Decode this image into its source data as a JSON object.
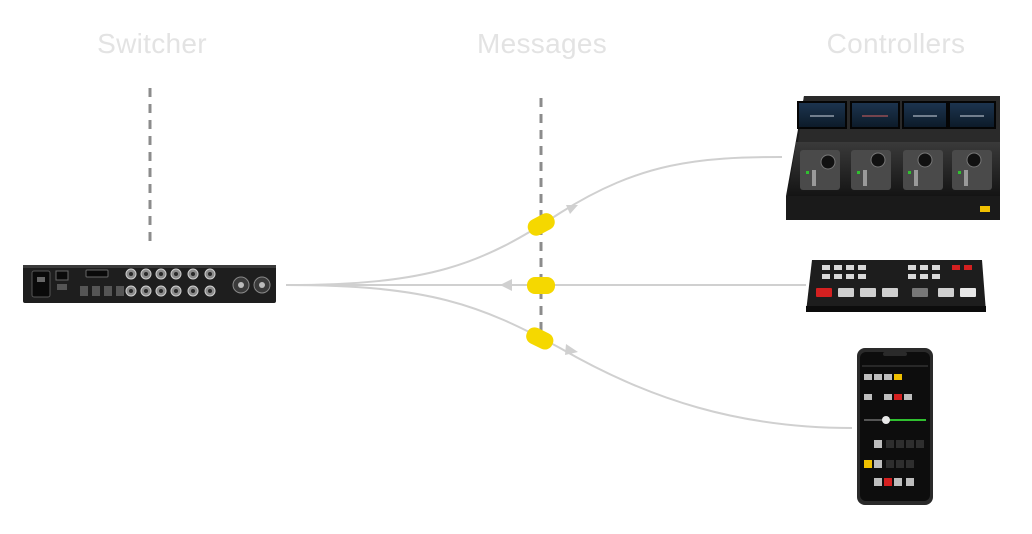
{
  "columns": {
    "switcher": "Switcher",
    "messages": "Messages",
    "controllers": "Controllers"
  },
  "colors": {
    "heading": "#e3e3e3",
    "line": "#d0d0d0",
    "dashed": "#8c8c8c",
    "message": "#f5d800",
    "device": "#222222",
    "accent_red": "#d42020",
    "accent_yellow": "#f0c000",
    "accent_green": "#30c030"
  },
  "devices": {
    "switcher": "switcher-rear-panel",
    "controllers": [
      "camera-control-panel",
      "atem-mini-controller",
      "smartphone-app"
    ]
  }
}
